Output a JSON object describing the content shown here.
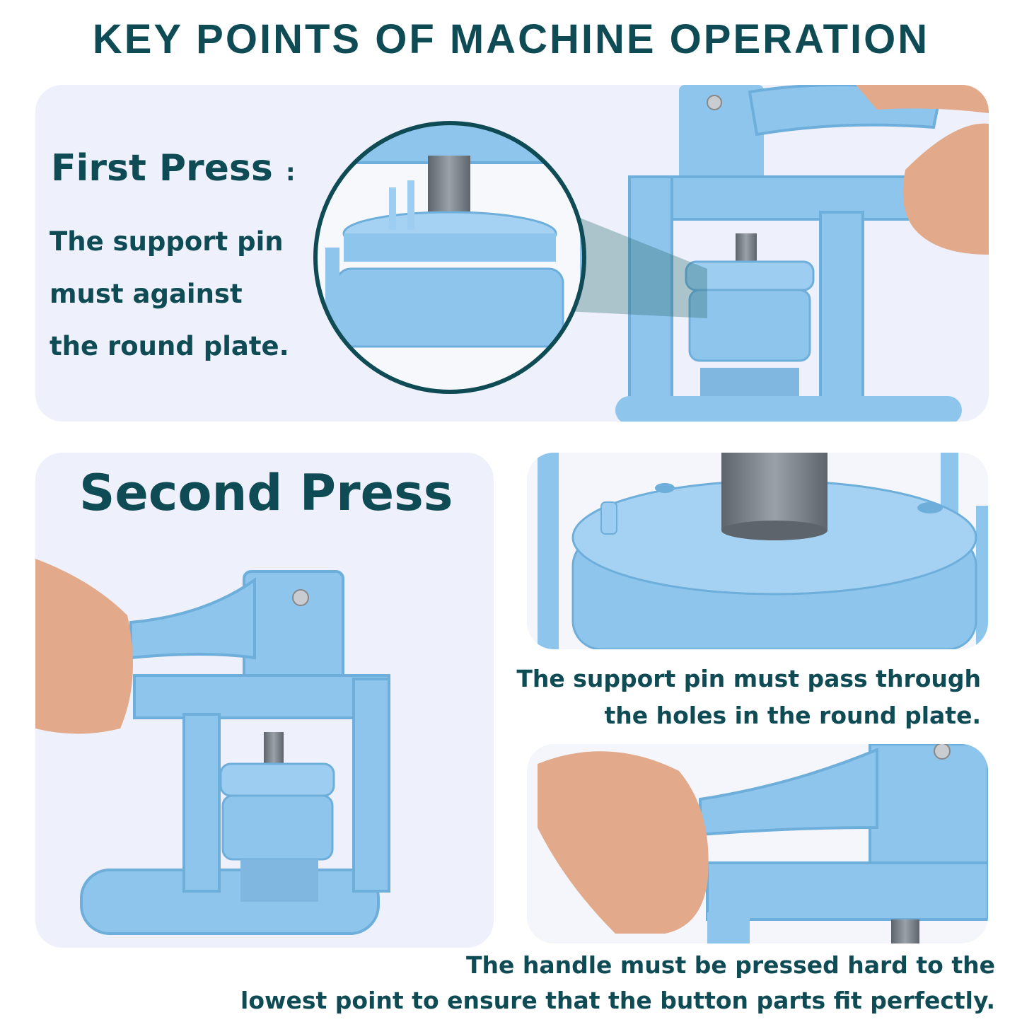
{
  "header": {
    "title": "KEY POINTS OF MACHINE OPERATION"
  },
  "first_press": {
    "heading": "First Press",
    "heading_colon": ":",
    "lines": [
      "The support pin",
      "must against",
      "the round plate."
    ]
  },
  "second_press": {
    "heading": "Second Press"
  },
  "captions": {
    "pin_holes": [
      "The support pin must pass through",
      "the holes in the round plate."
    ],
    "handle": [
      "The handle must be pressed hard to the",
      "lowest point to ensure that the button parts fit perfectly."
    ]
  },
  "colors": {
    "heading": "#0f4b55",
    "machine_blue": "#8ec5ec",
    "machine_shade": "#6eaedb",
    "panel_bg": "#eef1fb",
    "rod": "#7d8590",
    "skin": "#e2a98a"
  }
}
